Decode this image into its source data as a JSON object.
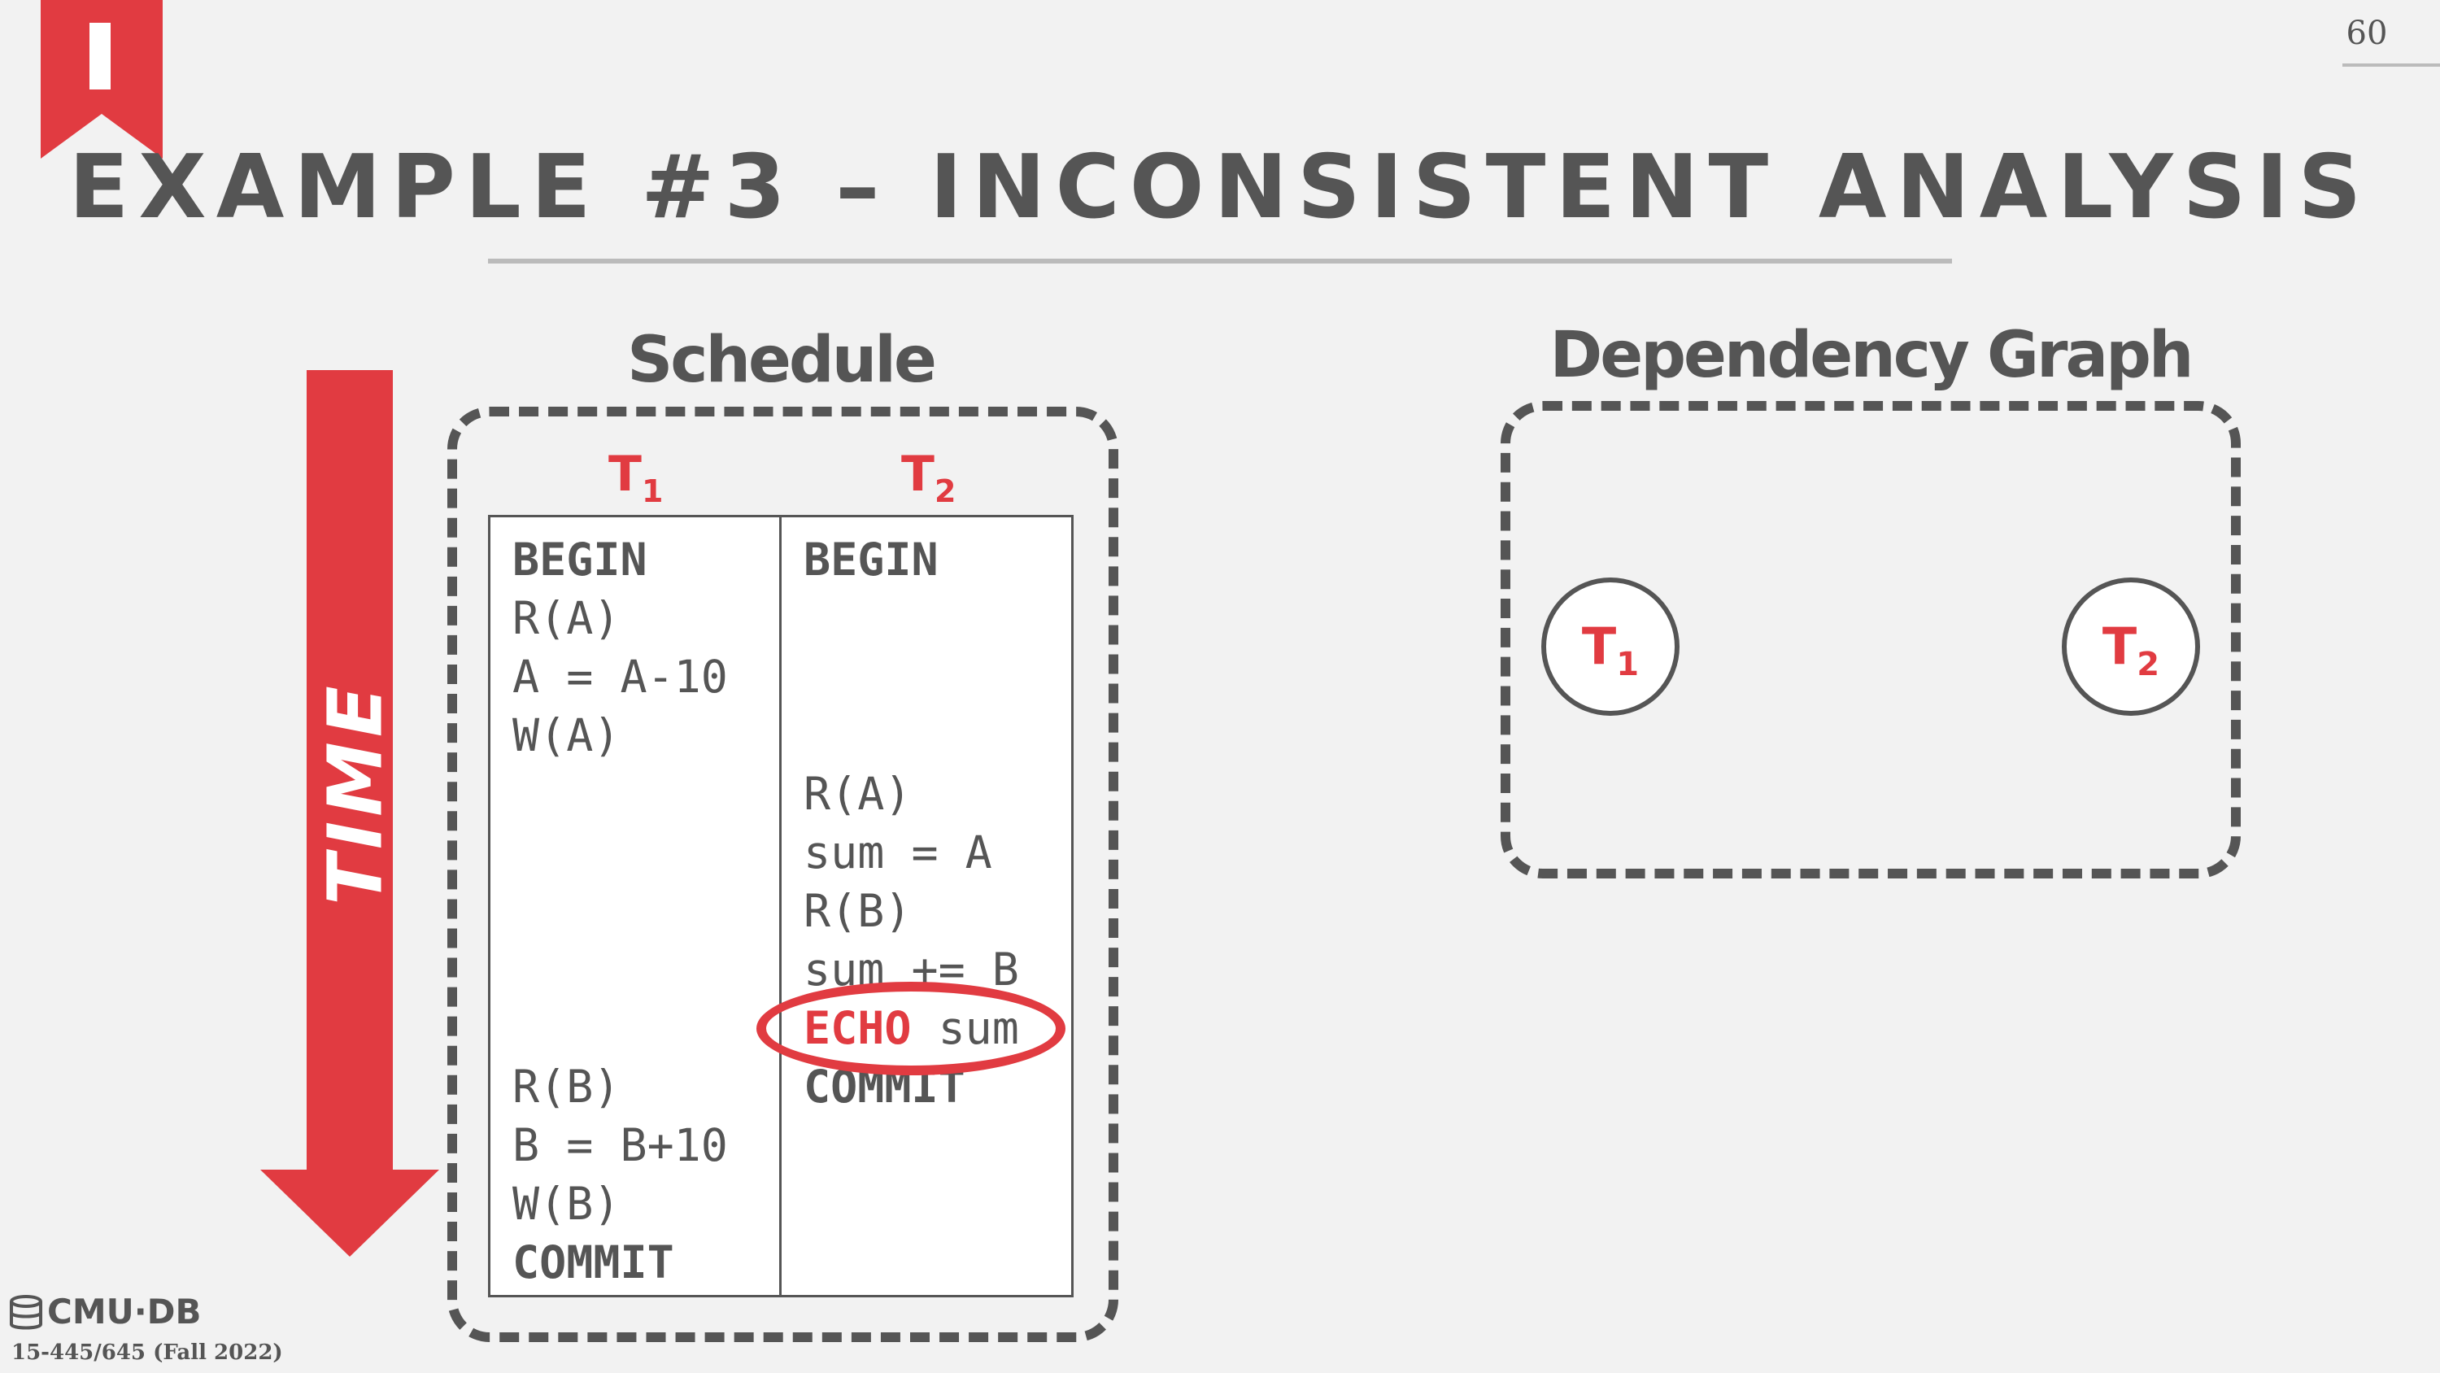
{
  "page_number": "60",
  "title": "EXAMPLE #3 – INCONSISTENT ANALYSIS",
  "colors": {
    "accent": "#e13b41",
    "text": "#555555",
    "background": "#f2f2f2"
  },
  "time_label": "TIME",
  "schedule": {
    "heading": "Schedule",
    "columns": [
      {
        "name": "T",
        "subscript": "1"
      },
      {
        "name": "T",
        "subscript": "2"
      }
    ],
    "t1_ops": [
      "BEGIN",
      "R(A)",
      "A = A-10",
      "W(A)",
      "R(B)",
      "B = B+10",
      "W(B)",
      "COMMIT"
    ],
    "t2_ops": [
      "BEGIN",
      "R(A)",
      "sum = A",
      "R(B)",
      "sum += B",
      "ECHO",
      " sum",
      "COMMIT"
    ]
  },
  "dependency_graph": {
    "heading": "Dependency Graph",
    "nodes": [
      {
        "name": "T",
        "subscript": "1"
      },
      {
        "name": "T",
        "subscript": "2"
      }
    ]
  },
  "footer": {
    "logo_text": "CMU·DB",
    "course": "15-445/645 (Fall 2022)"
  }
}
